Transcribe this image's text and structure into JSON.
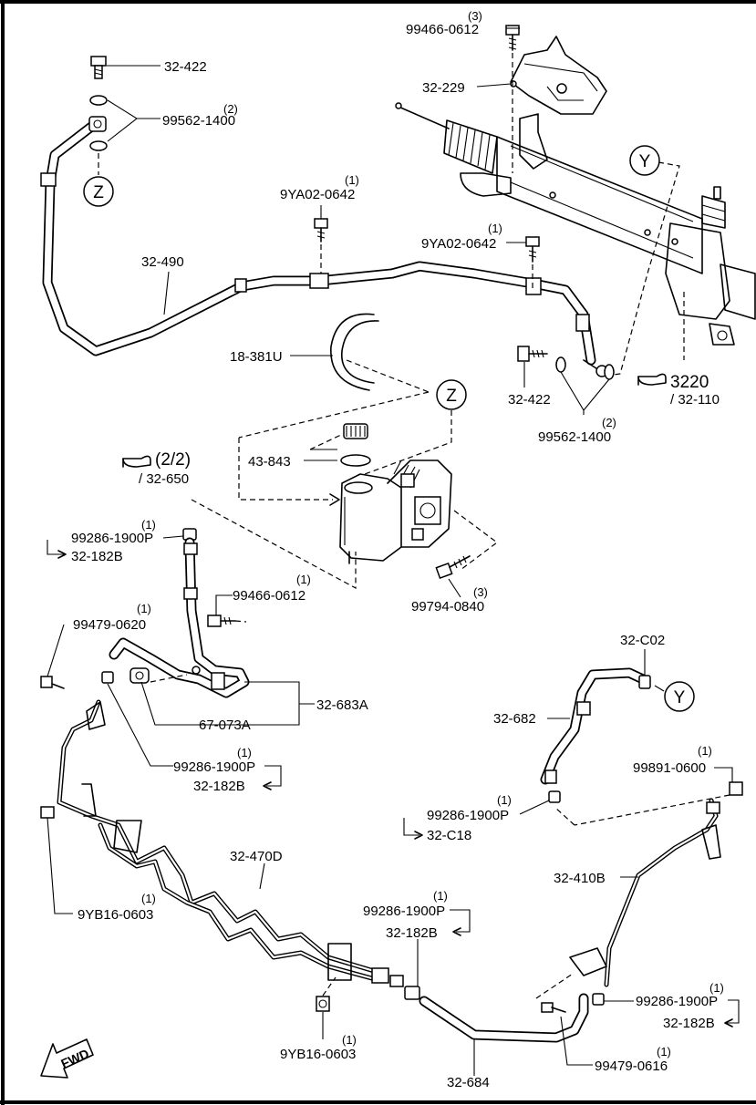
{
  "labels": {
    "p_32_422_top": "32-422",
    "p_99562_1400_top": "99562-1400",
    "q_99562_1400_top": "(2)",
    "p_99466_0612_top": "99466-0612",
    "q_99466_0612_top": "(3)",
    "p_32_229": "32-229",
    "p_9ya02_0642_a": "9YA02-0642",
    "q_9ya02_0642_a": "(1)",
    "p_9ya02_0642_b": "9YA02-0642",
    "q_9ya02_0642_b": "(1)",
    "p_32_490": "32-490",
    "p_18_381u": "18-381U",
    "p_32_422_mid": "32-422",
    "p_99562_1400_mid": "99562-1400",
    "q_99562_1400_mid": "(2)",
    "ref_3220": "3220",
    "ref_32_110": "/ 32-110",
    "p_43_843": "43-843",
    "ref_2_2": "(2/2)",
    "ref_32_650": "/ 32-650",
    "p_99286_a": "99286-1900P",
    "q_99286_a": "(1)",
    "ref_32_182b_a": "32-182B",
    "p_99466_0612_mid": "99466-0612",
    "q_99466_0612_mid": "(1)",
    "p_99794_0840": "99794-0840",
    "q_99794_0840": "(3)",
    "p_99479_0620": "99479-0620",
    "q_99479_0620": "(1)",
    "p_32_683a": "32-683A",
    "p_67_073a": "67-073A",
    "p_99286_b": "99286-1900P",
    "q_99286_b": "(1)",
    "ref_32_182b_b": "32-182B",
    "p_32_c02": "32-C02",
    "p_32_682": "32-682",
    "p_99891_0600": "99891-0600",
    "q_99891_0600": "(1)",
    "p_99286_c": "99286-1900P",
    "q_99286_c": "(1)",
    "ref_32_c18": "32-C18",
    "p_32_470d": "32-470D",
    "p_9yb16_0603_a": "9YB16-0603",
    "q_9yb16_0603_a": "(1)",
    "p_32_410b": "32-410B",
    "p_99286_d": "99286-1900P",
    "q_99286_d": "(1)",
    "ref_32_182b_d": "32-182B",
    "p_99286_e": "99286-1900P",
    "q_99286_e": "(1)",
    "ref_32_182b_e": "32-182B",
    "p_9yb16_0603_b": "9YB16-0603",
    "q_9yb16_0603_b": "(1)",
    "p_99479_0616": "99479-0616",
    "q_99479_0616": "(1)",
    "p_32_684": "32-684",
    "fwd": "FWD",
    "conn_z": "Z",
    "conn_y": "Y"
  }
}
